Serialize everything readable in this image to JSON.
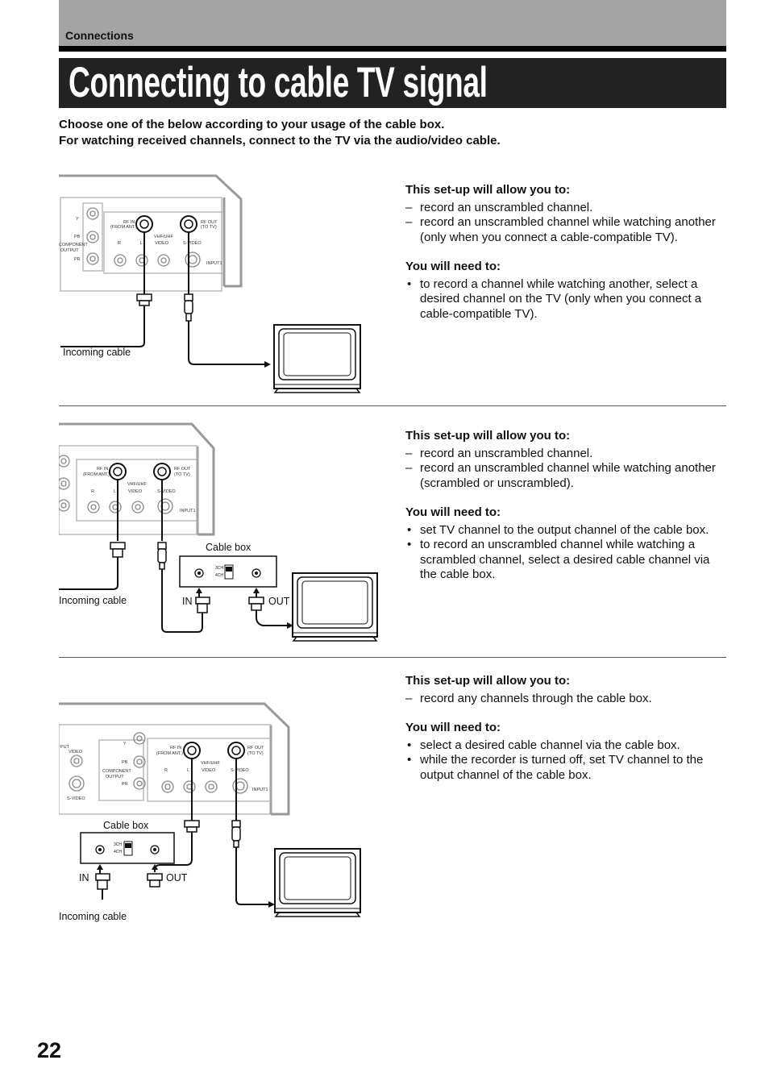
{
  "header": {
    "section": "Connections",
    "title": "Connecting to cable TV signal"
  },
  "intro": {
    "line1": "Choose one of the below according to your usage of the cable box.",
    "line2": "For watching received channels, connect to the TV via the audio/video cable."
  },
  "common": {
    "allow_heading": "This set-up will allow you to:",
    "need_heading": "You will need to:"
  },
  "device": {
    "rf_in": "RF IN",
    "rf_in_sub": "(FROM ANT.)",
    "rf_out": "RF OUT",
    "rf_out_sub": "(TO TV)",
    "vhf_uhf": "VHF/UHF",
    "r": "R",
    "l": "L",
    "video": "VIDEO",
    "s_video": "S-VIDEO",
    "input1": "INPUT1",
    "y": "Y",
    "pb": "PB",
    "pr": "PR",
    "component": "COMPONENT",
    "output": "OUTPUT",
    "put": "PUT",
    "ch3": "3CH",
    "ch4": "4CH"
  },
  "labels": {
    "incoming_cable": "Incoming cable",
    "cable_box": "Cable box",
    "in": "IN",
    "out": "OUT"
  },
  "setups": [
    {
      "allow": [
        "record an unscrambled channel.",
        "record an unscrambled channel while watching another (only when you connect a cable-compatible TV)."
      ],
      "need": [
        "to record a channel while watching another, select a desired channel on the TV (only when you connect a cable-compatible TV)."
      ]
    },
    {
      "allow": [
        "record an unscrambled channel.",
        "record an unscrambled channel while watching another (scrambled or unscrambled)."
      ],
      "need": [
        "set TV channel to the output channel of the cable box.",
        "to record an unscrambled channel while watching a scrambled channel, select a desired cable channel via the cable box."
      ]
    },
    {
      "allow": [
        "record any channels through the cable box."
      ],
      "need": [
        "select a desired cable channel via the cable box.",
        "while the recorder is turned off, set TV channel to the output channel of the cable box."
      ]
    }
  ],
  "page_number": "22"
}
